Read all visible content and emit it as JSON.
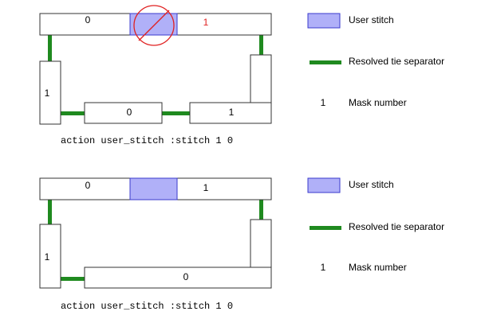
{
  "colors": {
    "stitch_fill": "#b0b0f8",
    "stitch_stroke": "#3a3acc",
    "tie": "#1f8a1f",
    "outline": "#333333",
    "prohibit": "#e02020",
    "mask_text": "#000000",
    "mask_text_red": "#e02020"
  },
  "legend": {
    "user_stitch": "User stitch",
    "resolved_tie": "Resolved tie separator",
    "mask_symbol": "1",
    "mask_number": "Mask number"
  },
  "diagrams": [
    {
      "id": "top",
      "caption": "action user_stitch :stitch 1 0",
      "prohibited_stitch": true,
      "masks": {
        "top_left": "0",
        "top_right": "1",
        "left_vertical": "1",
        "bottom_middle": "0",
        "bottom_right": "1"
      }
    },
    {
      "id": "bottom",
      "caption": "action user_stitch :stitch 1 0",
      "prohibited_stitch": false,
      "masks": {
        "top_left": "0",
        "top_right": "1",
        "left_vertical": "1",
        "bottom_merged": "0"
      }
    }
  ]
}
